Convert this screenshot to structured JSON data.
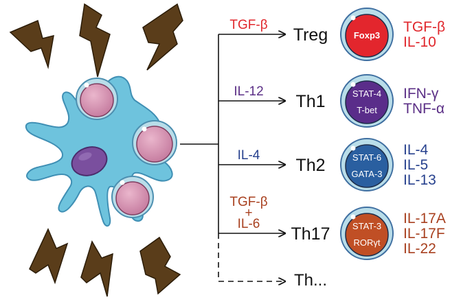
{
  "branches": [
    {
      "id": "treg",
      "stimulus": [
        "TGF-β"
      ],
      "stimulus_color": "#e0262b",
      "cell_label": "Treg",
      "inner_text": [
        "Foxp3"
      ],
      "cell_fill": "#e3262d",
      "cytokines": [
        "TGF-β",
        "IL-10"
      ],
      "cytokine_color": "#e0262b"
    },
    {
      "id": "th1",
      "stimulus": [
        "IL-12"
      ],
      "stimulus_color": "#5b2f86",
      "cell_label": "Th1",
      "inner_text": [
        "STAT-4",
        "T-bet"
      ],
      "cell_fill": "#5a2d8a",
      "cytokines": [
        "IFN-γ",
        "TNF-α"
      ],
      "cytokine_color": "#5b2f86"
    },
    {
      "id": "th2",
      "stimulus": [
        "IL-4"
      ],
      "stimulus_color": "#27418e",
      "cell_label": "Th2",
      "inner_text": [
        "STAT-6",
        "GATA-3"
      ],
      "cell_fill": "#2a5fa0",
      "cytokines": [
        "IL-4",
        "IL-5",
        "IL-13"
      ],
      "cytokine_color": "#27418e"
    },
    {
      "id": "th17",
      "stimulus": [
        "TGF-β",
        "+",
        "IL-6"
      ],
      "stimulus_color": "#a8401f",
      "cell_label": "Th17",
      "inner_text": [
        "STAT-3",
        "RORγt"
      ],
      "cell_fill": "#c04f25",
      "cytokines": [
        "IL-17A",
        "IL-17F",
        "IL-22"
      ],
      "cytokine_color": "#a8401f"
    }
  ],
  "other_branch": {
    "label": "Th..."
  },
  "colors": {
    "dendritic_cell": "#6ec3dd",
    "dendritic_outline": "#4c9ec0",
    "nucleus": "#7a4f9e",
    "pink_cell": "#d79bb8",
    "lightning": "#5a3d1a",
    "cell_ring": "#b9dde9",
    "cell_ring_outline": "#3f6fa1"
  },
  "icons": [
    "lightning-bolt-icon",
    "dendritic-cell-icon",
    "t-cell-icon"
  ]
}
